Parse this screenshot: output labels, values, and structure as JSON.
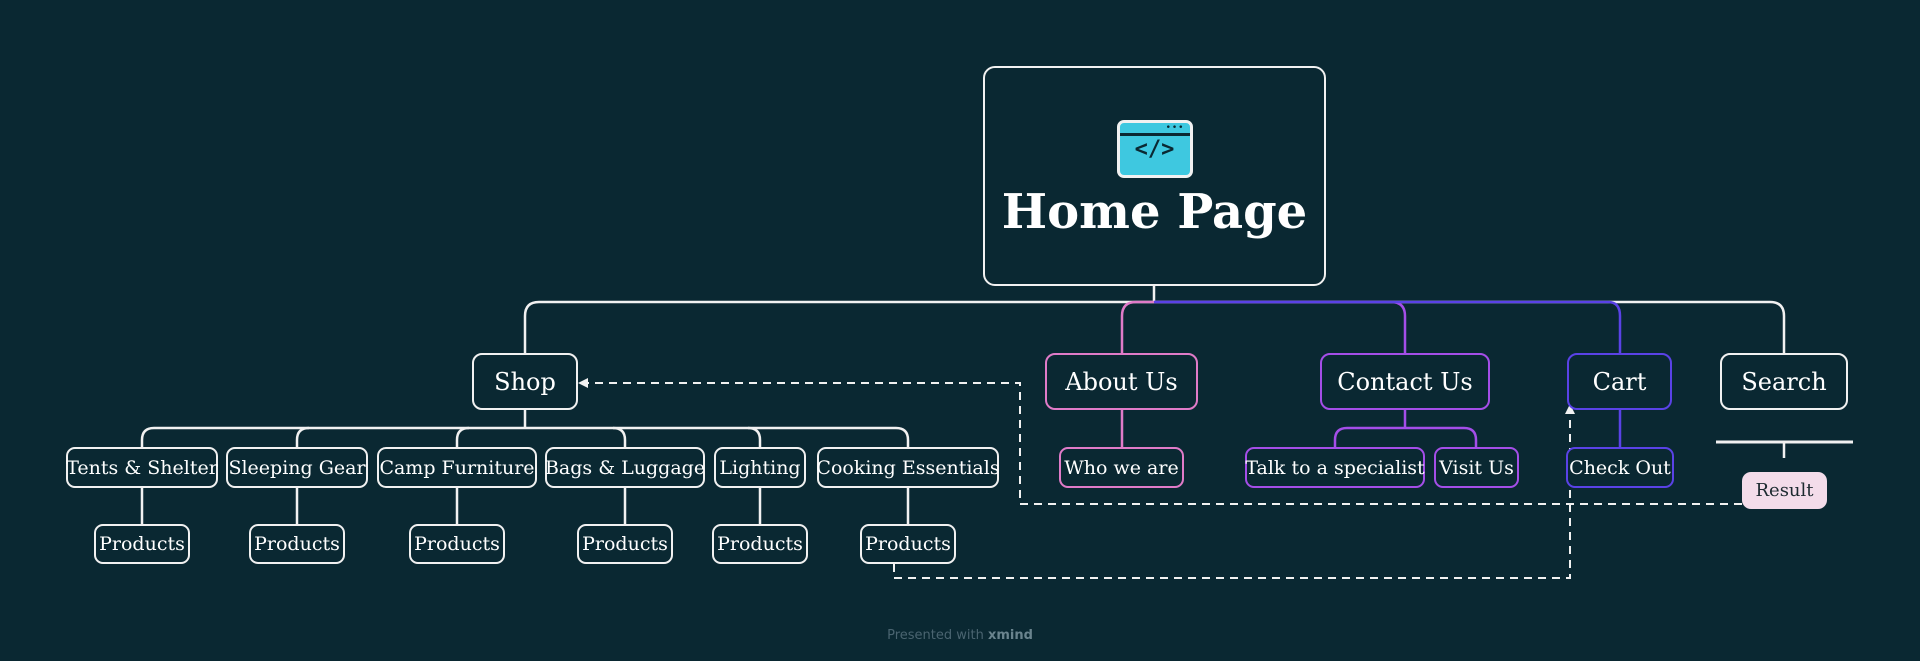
{
  "root": {
    "title": "Home Page",
    "icon": "code-window-icon",
    "icon_glyph": "</>"
  },
  "level1": {
    "shop": "Shop",
    "about": "About Us",
    "contact": "Contact Us",
    "cart": "Cart",
    "search": "Search"
  },
  "shop_children": [
    {
      "label": "Tents & Shelter",
      "product": "Products"
    },
    {
      "label": "Sleeping Gear",
      "product": "Products"
    },
    {
      "label": "Camp Furniture",
      "product": "Products"
    },
    {
      "label": "Bags & Luggage",
      "product": "Products"
    },
    {
      "label": "Lighting",
      "product": "Products"
    },
    {
      "label": "Cooking Essentials",
      "product": "Products"
    }
  ],
  "about_children": [
    "Who we are"
  ],
  "contact_children": [
    "Talk to a specialist",
    "Visit Us"
  ],
  "cart_children": [
    "Check Out"
  ],
  "search_children": [
    "Result"
  ],
  "footer": {
    "prefix": "Presented with",
    "brand": "xmind"
  },
  "colors": {
    "background": "#0a2832",
    "line": "#f1f1f1",
    "about": "#e07bc8",
    "contact": "#a44ee8",
    "cart": "#5a42e6",
    "icon_fill": "#3ec8e0",
    "result_fill": "#f3dcea"
  }
}
